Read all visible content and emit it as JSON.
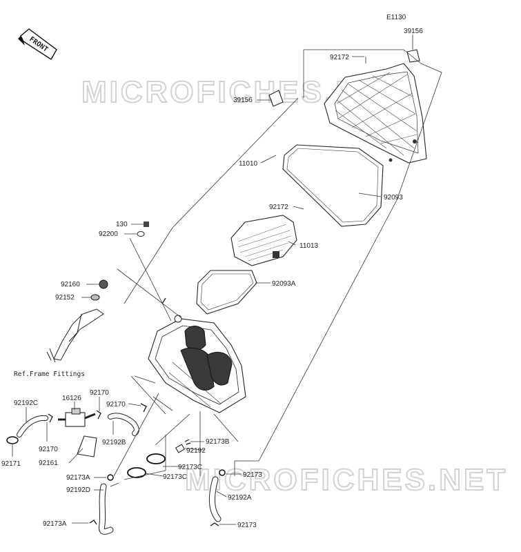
{
  "diagram_code": "E1130",
  "watermark_text": "MICROFICHES.NET",
  "direction_label": "FRONT",
  "ref_label": "Ref.Frame Fittings",
  "parts": [
    "39156",
    "39156",
    "92172",
    "11010",
    "92093",
    "92172",
    "11013",
    "92093A",
    "130",
    "92200",
    "92160",
    "92152",
    "16126",
    "92170",
    "92170",
    "92170",
    "92192C",
    "92171",
    "92161",
    "92192B",
    "92173B",
    "92192",
    "92173C",
    "92173C",
    "92173",
    "92173A",
    "92192D",
    "92192A",
    "92173A",
    "92173"
  ],
  "colors": {
    "line": "#333333",
    "watermark": "#d2d2d2",
    "background": "#ffffff"
  }
}
